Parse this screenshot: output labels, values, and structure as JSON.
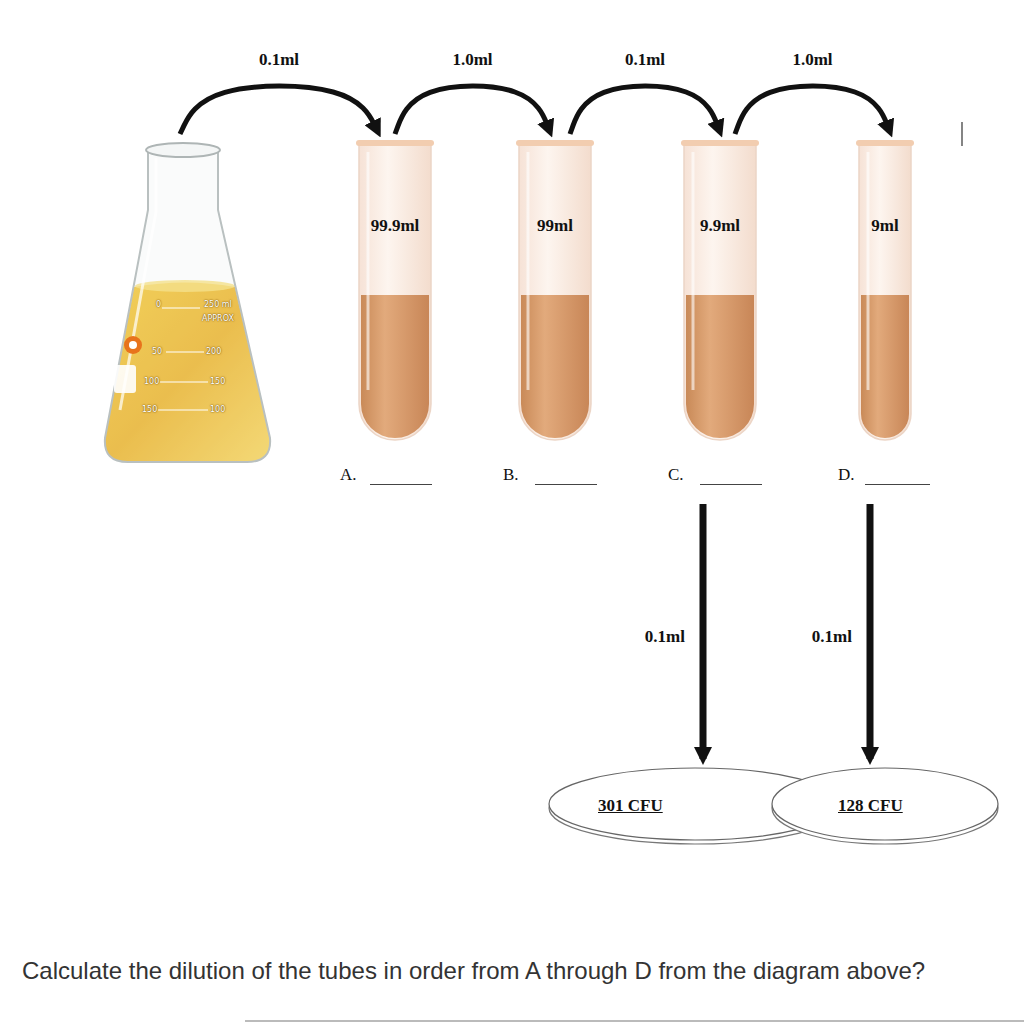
{
  "diagram": {
    "caption": "Calculate the dilution of the tubes in order from A through D from the diagram above?",
    "nodes": [
      {
        "text": [
          "0",
          "250 ml",
          "APPROX",
          "50",
          "200",
          "100",
          "150",
          "150",
          "100"
        ]
      },
      {
        "text": [
          "99.9ml",
          "A."
        ]
      },
      {
        "text": [
          "99ml",
          "B."
        ]
      },
      {
        "text": [
          "9.9ml",
          "C."
        ]
      },
      {
        "text": [
          "9ml",
          "D."
        ]
      },
      {
        "text": [
          "301 CFU"
        ]
      },
      {
        "text": [
          "128 CFU"
        ]
      }
    ],
    "edges": [
      {
        "from": 0,
        "to": 1,
        "arrow": "to",
        "label": "0.1ml"
      },
      {
        "from": 1,
        "to": 2,
        "arrow": "to",
        "label": "1.0ml"
      },
      {
        "from": 2,
        "to": 3,
        "arrow": "to",
        "label": "0.1ml"
      },
      {
        "from": 3,
        "to": 4,
        "arrow": "to",
        "label": "1.0ml"
      },
      {
        "from": 3,
        "to": 5,
        "arrow": "to",
        "label": "0.1ml"
      },
      {
        "from": 4,
        "to": 6,
        "arrow": "to",
        "label": "0.1ml"
      }
    ]
  }
}
